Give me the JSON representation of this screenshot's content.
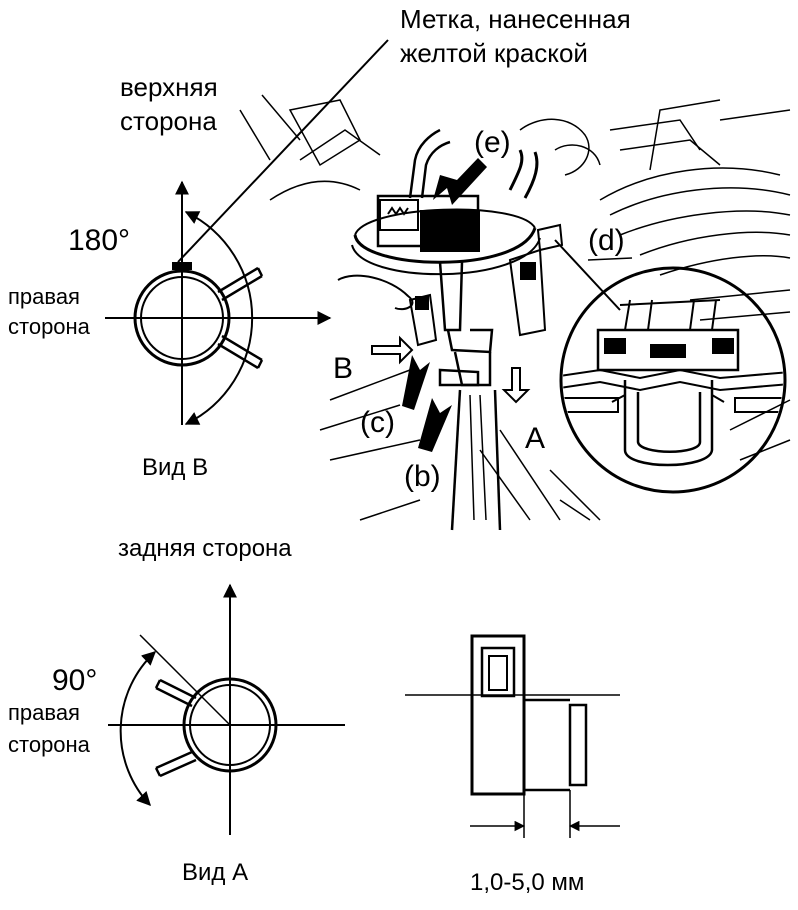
{
  "labels": {
    "mark_line1": "Метка, нанесенная",
    "mark_line2": "желтой краской",
    "top_side_line1": "верхняя",
    "top_side_line2": "сторона",
    "angle_180": "180°",
    "right_side_line1": "правая",
    "right_side_line2": "сторона",
    "letter_B": "B",
    "letter_A": "A",
    "view_B": "Вид В",
    "callout_b": "(b)",
    "callout_c": "(c)",
    "callout_d": "(d)",
    "callout_e": "(e)",
    "rear_side": "задняя сторона",
    "angle_90": "90°",
    "right_side2_line1": "правая",
    "right_side2_line2": "сторона",
    "view_A": "Вид А",
    "dimension": "1,0-5,0 мм"
  },
  "colors": {
    "ink": "#000000",
    "background": "#ffffff"
  }
}
